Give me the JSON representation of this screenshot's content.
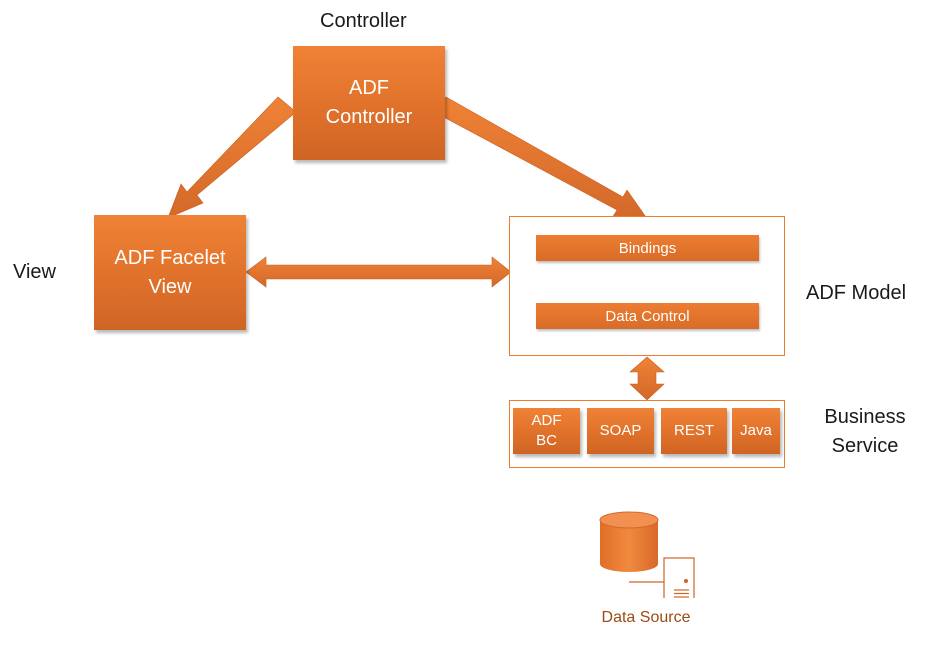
{
  "labels": {
    "controller": "Controller",
    "view": "View",
    "model": "ADF Model",
    "business_service": "Business Service"
  },
  "boxes": {
    "adf_controller": "ADF Controller",
    "adf_facelet_view": "ADF Facelet View"
  },
  "model": {
    "bindings": "Bindings",
    "data_control": "Data Control"
  },
  "services": [
    "ADF BC",
    "SOAP",
    "REST",
    "Java"
  ],
  "data_source": {
    "label": "Data Source"
  },
  "colors": {
    "accent": "#ed7d31",
    "accent_dark": "#d06424",
    "caption": "#9c4b12",
    "text": "#1a1a1a"
  }
}
